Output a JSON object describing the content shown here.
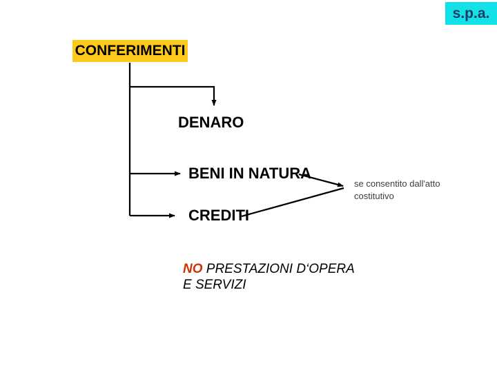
{
  "slide": {
    "badge": {
      "label": "s.p.a.",
      "bg_color": "#12e1e8",
      "text_color": "#1f3864"
    },
    "diagram": {
      "root": {
        "label": "CONFERIMENTI",
        "bg_color": "#ffc81c",
        "text_color": "#000000"
      },
      "nodes": [
        {
          "id": "denaro",
          "label": "DENARO"
        },
        {
          "id": "beni",
          "label": "BENI IN NATURA"
        },
        {
          "id": "crediti",
          "label": "CREDITI"
        }
      ],
      "annotation": {
        "line1": "se consentito dall'atto",
        "line2": "costitutivo",
        "applies_to": "BENI IN NATURA, CREDITI"
      },
      "exclusion": {
        "no_label": "NO",
        "no_color": "#cc3300",
        "line1_rest": " PRESTAZIONI D‘OPERA",
        "line2": "E SERVIZI"
      },
      "line_color": "#000000"
    }
  }
}
